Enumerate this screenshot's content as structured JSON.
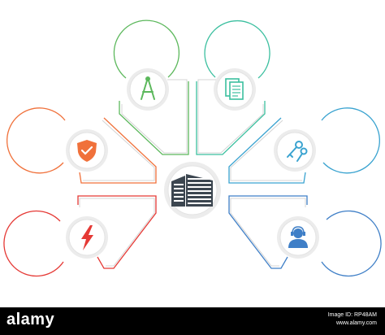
{
  "nodes": [
    {
      "id": "compass",
      "icon": "drafting-compass-icon",
      "color": "#5cb85c"
    },
    {
      "id": "documents",
      "icon": "documents-icon",
      "color": "#3bbf9f"
    },
    {
      "id": "shield",
      "icon": "shield-check-icon",
      "color": "#f0713b"
    },
    {
      "id": "keys",
      "icon": "keys-icon",
      "color": "#3aa3d0"
    },
    {
      "id": "lightning",
      "icon": "lightning-icon",
      "color": "#e53935"
    },
    {
      "id": "support",
      "icon": "support-agent-icon",
      "color": "#3f7fc7"
    }
  ],
  "center": {
    "icon": "office-building-icon",
    "color": "#3c4650"
  },
  "colors": {
    "connector_fill": "#f2f2f2",
    "connector_stroke": "#d4d4d4"
  },
  "footer": {
    "brand": "alamy",
    "image_id_line": "Image ID: RP48AM",
    "url_line": "www.alamy.com"
  }
}
